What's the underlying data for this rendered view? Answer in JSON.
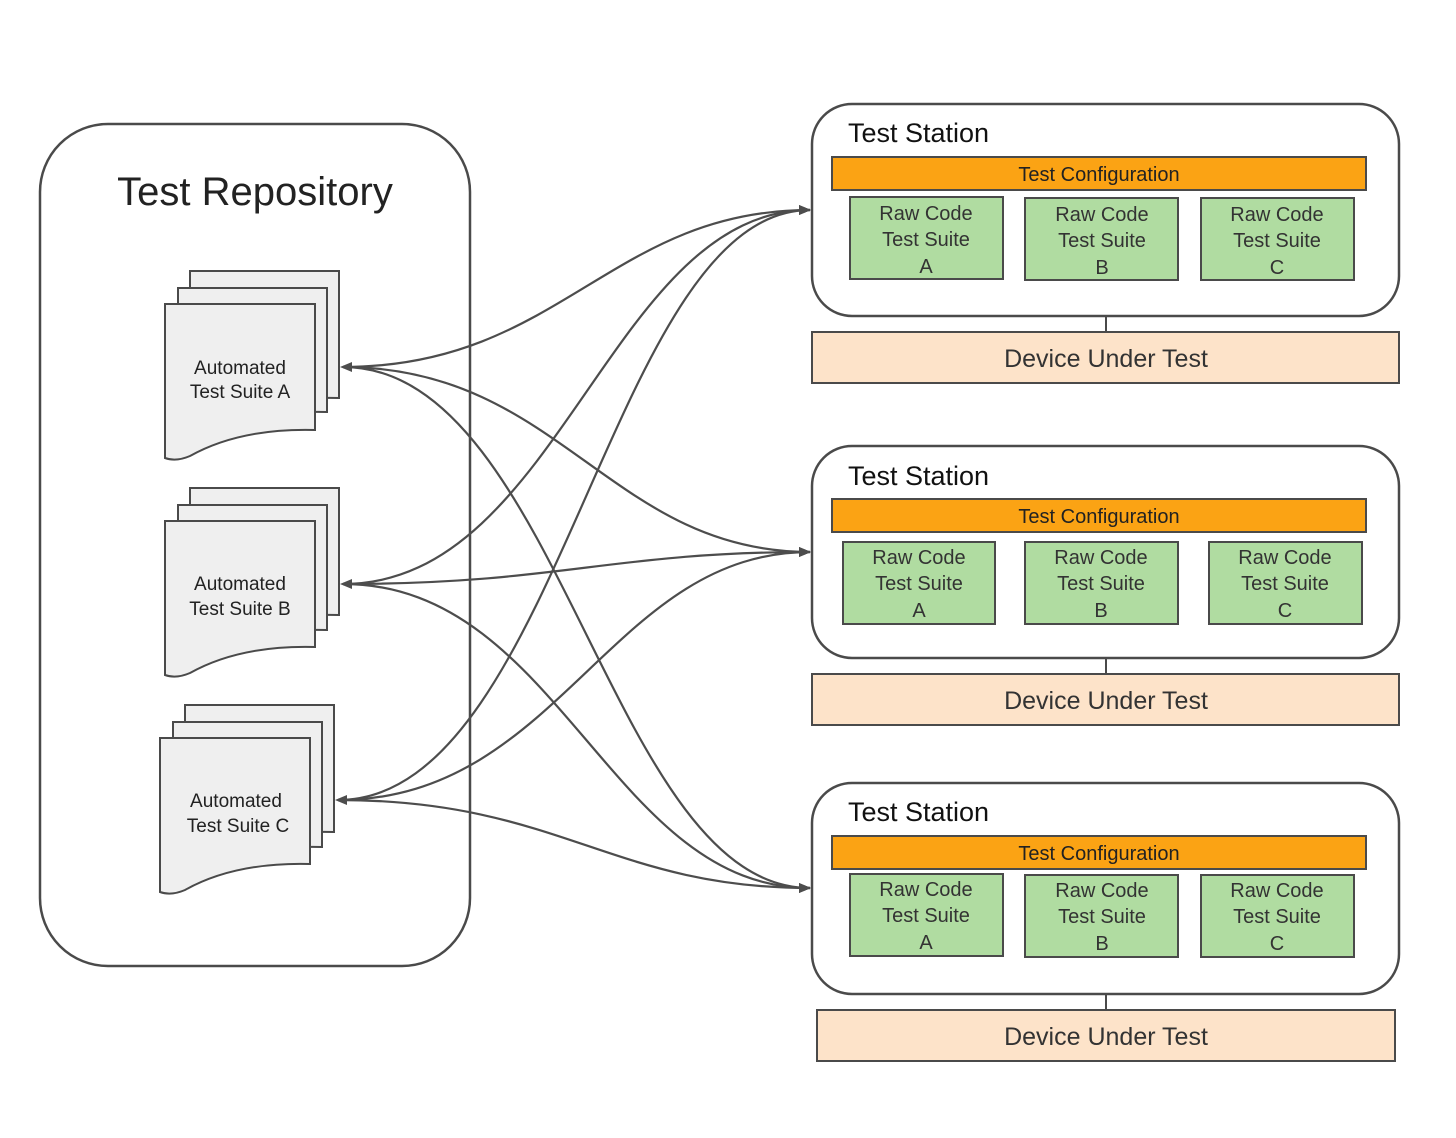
{
  "repository": {
    "title": "Test Repository",
    "suites": [
      {
        "line1": "Automated",
        "line2": "Test Suite A"
      },
      {
        "line1": "Automated",
        "line2": "Test Suite B"
      },
      {
        "line1": "Automated",
        "line2": "Test Suite C"
      }
    ]
  },
  "stations": [
    {
      "title": "Test Station",
      "config": "Test Configuration",
      "suites": [
        {
          "l1": "Raw Code",
          "l2": "Test Suite",
          "l3": "A"
        },
        {
          "l1": "Raw Code",
          "l2": "Test Suite",
          "l3": "B"
        },
        {
          "l1": "Raw Code",
          "l2": "Test Suite",
          "l3": "C"
        }
      ],
      "device": "Device Under Test"
    },
    {
      "title": "Test Station",
      "config": "Test Configuration",
      "suites": [
        {
          "l1": "Raw Code",
          "l2": "Test Suite",
          "l3": "A"
        },
        {
          "l1": "Raw Code",
          "l2": "Test Suite",
          "l3": "B"
        },
        {
          "l1": "Raw Code",
          "l2": "Test Suite",
          "l3": "C"
        }
      ],
      "device": "Device Under Test"
    },
    {
      "title": "Test Station",
      "config": "Test Configuration",
      "suites": [
        {
          "l1": "Raw Code",
          "l2": "Test Suite",
          "l3": "A"
        },
        {
          "l1": "Raw Code",
          "l2": "Test Suite",
          "l3": "B"
        },
        {
          "l1": "Raw Code",
          "l2": "Test Suite",
          "l3": "C"
        }
      ],
      "device": "Device Under Test"
    }
  ],
  "colors": {
    "config_fill": "#fba314",
    "suite_fill": "#b0dca1",
    "device_fill": "#fde3c9",
    "document_fill": "#efefef",
    "outline": "#4a4a4a",
    "connector": "#4d4d4d"
  }
}
